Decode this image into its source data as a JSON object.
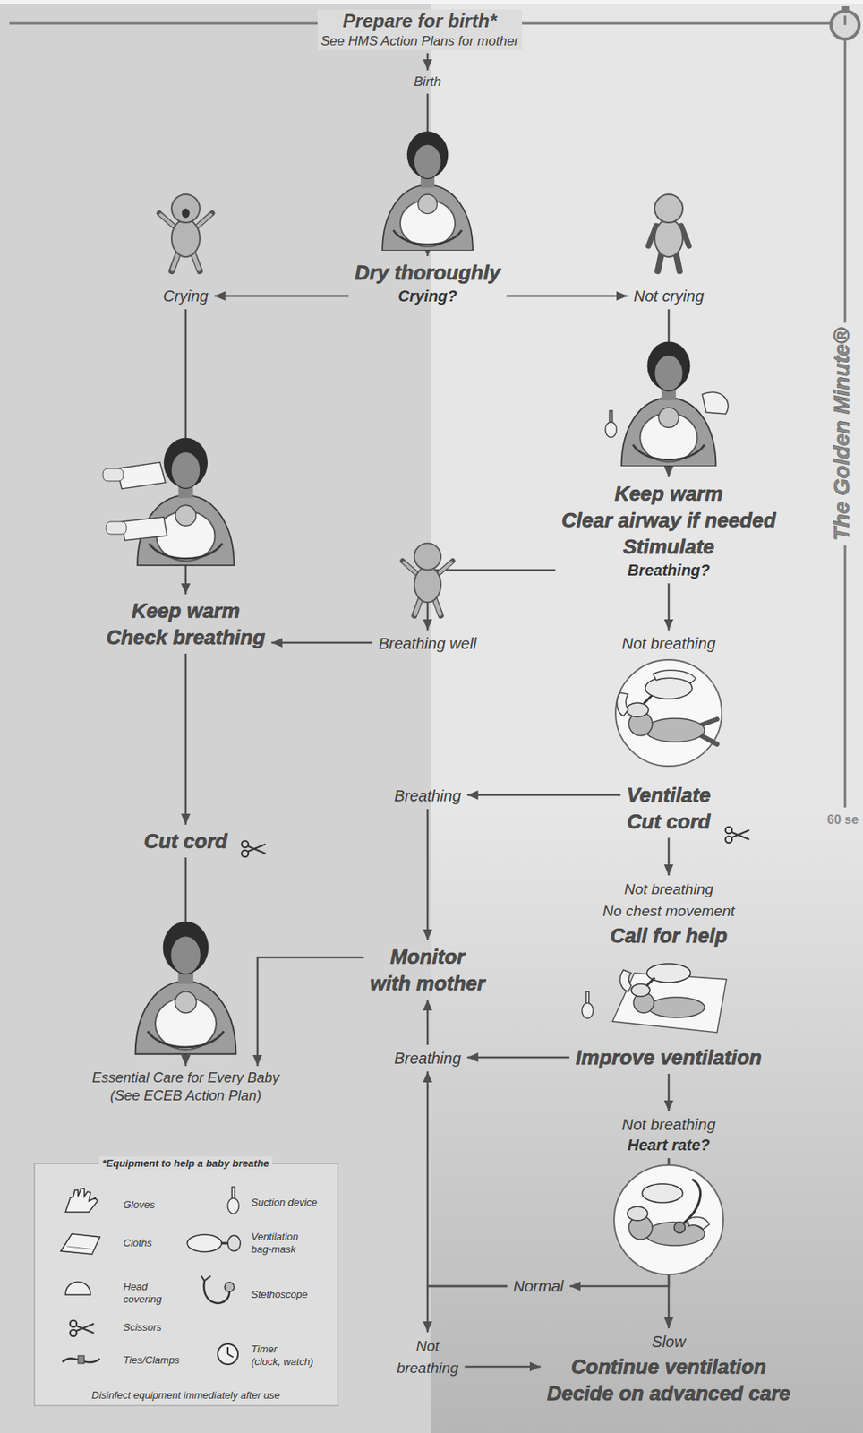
{
  "diagram": {
    "nodes": [
      {
        "text": [
          "Prepare for birth*",
          "See HMS Action Plans for mother"
        ]
      },
      {
        "text": [
          "Birth"
        ]
      },
      {
        "text": [
          "Dry thoroughly",
          "Crying?"
        ]
      },
      {
        "text": [
          "Crying"
        ]
      },
      {
        "text": [
          "Not crying"
        ]
      },
      {
        "text": [
          "Keep warm Clear airway if needed Stimulate",
          "Breathing?"
        ]
      },
      {
        "text": [
          "Keep warm Check breathing"
        ]
      },
      {
        "text": [
          "Breathing well"
        ]
      },
      {
        "text": [
          "Not breathing"
        ]
      },
      {
        "text": [
          "Ventilate Cut cord"
        ]
      },
      {
        "text": [
          "Breathing"
        ]
      },
      {
        "text": [
          "Cut cord"
        ]
      },
      {
        "text": [
          "Not breathing No chest movement",
          "Call for help"
        ]
      },
      {
        "text": [
          "Monitor with mother"
        ]
      },
      {
        "text": [
          "Essential Care for Every Baby (See ECEB Action Plan)"
        ]
      },
      {
        "text": [
          "Breathing"
        ]
      },
      {
        "text": [
          "Improve ventilation"
        ]
      },
      {
        "text": [
          "Not breathing",
          "Heart rate?"
        ]
      },
      {
        "text": [
          "Normal"
        ]
      },
      {
        "text": [
          "Not breathing"
        ]
      },
      {
        "text": [
          "Slow"
        ]
      },
      {
        "text": [
          "Continue ventilation Decide on advanced care"
        ]
      }
    ],
    "edges": [
      {
        "from": 0,
        "to": 1,
        "arrow": "to"
      },
      {
        "from": 1,
        "to": 2,
        "arrow": "to"
      },
      {
        "from": 2,
        "to": 3,
        "arrow": "to"
      },
      {
        "from": 2,
        "to": 4,
        "arrow": "to"
      },
      {
        "from": 3,
        "to": 6,
        "arrow": "to"
      },
      {
        "from": 4,
        "to": 5,
        "arrow": "to"
      },
      {
        "from": 5,
        "to": 7,
        "arrow": "to"
      },
      {
        "from": 7,
        "to": 6,
        "arrow": "to"
      },
      {
        "from": 5,
        "to": 8,
        "arrow": "to"
      },
      {
        "from": 9,
        "to": 10,
        "arrow": "to"
      },
      {
        "from": 10,
        "to": 13,
        "arrow": "to"
      },
      {
        "from": 6,
        "to": 11,
        "arrow": "to"
      },
      {
        "from": 11,
        "to": 14,
        "arrow": "to"
      },
      {
        "from": 9,
        "to": 12,
        "arrow": "to"
      },
      {
        "from": 13,
        "to": 14,
        "arrow": "to"
      },
      {
        "from": 16,
        "to": 15,
        "arrow": "to"
      },
      {
        "from": 15,
        "to": 13,
        "arrow": "to"
      },
      {
        "from": 16,
        "to": 17,
        "arrow": "to"
      },
      {
        "from": 17,
        "to": 18,
        "arrow": "to"
      },
      {
        "from": 18,
        "to": 15,
        "arrow": "to"
      },
      {
        "from": 18,
        "to": 19,
        "arrow": "to"
      },
      {
        "from": 17,
        "to": 20,
        "arrow": "to"
      },
      {
        "from": 19,
        "to": 21,
        "arrow": "to"
      }
    ],
    "labels": [
      "The Golden Minute®",
      "60 se",
      "*Equipment to help a baby breathe",
      "Disinfect equipment immediately after use"
    ],
    "legend": [
      {
        "text": "Gloves"
      },
      {
        "text": "Cloths"
      },
      {
        "text": "Head covering"
      },
      {
        "text": "Scissors"
      },
      {
        "text": "Ties/Clamps"
      },
      {
        "text": "Suction device"
      },
      {
        "text": "Ventilation bag-mask"
      },
      {
        "text": "Stethoscope"
      },
      {
        "text": "Timer (clock, watch)"
      }
    ]
  }
}
